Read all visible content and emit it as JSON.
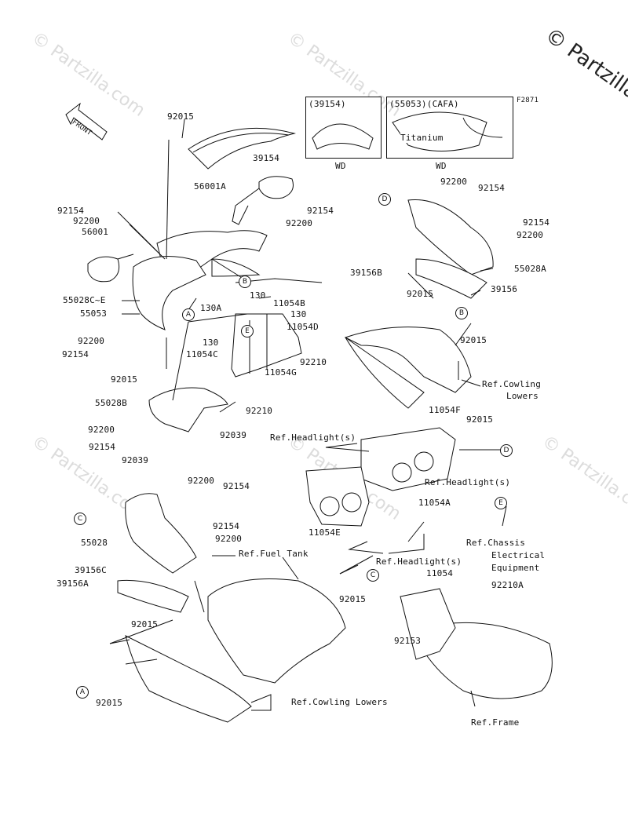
{
  "watermark": {
    "text": "© Partzilla.com",
    "brand": "© Partzilla"
  },
  "figure_code": "F2871",
  "front_arrow": "FRONT",
  "inset_boxes": [
    {
      "part": "(39154)",
      "footer": "WD"
    },
    {
      "part": "(55053)(CAFA)",
      "note": "Titanium",
      "footer": "WD"
    }
  ],
  "callouts": {
    "A": "A",
    "B": "B",
    "C": "C",
    "D": "D",
    "E": "E"
  },
  "labels": {
    "p92015_top": "92015",
    "p39154": "39154",
    "p56001A": "56001A",
    "p92154_l1": "92154",
    "p92200_l1": "92200",
    "p56001": "56001",
    "p92154_c1": "92154",
    "p92200_c1": "92200",
    "p55028CE": "55028C~E",
    "p55053": "55053",
    "p130": "130",
    "p11054B": "11054B",
    "p130A": "130A",
    "p130b": "130",
    "p11054D": "11054D",
    "p92200_l2": "92200",
    "p92154_l2": "92154",
    "p130c": "130",
    "p11054C": "11054C",
    "p92210": "92210",
    "p92015_l2": "92015",
    "p11054G": "11054G",
    "p92210b": "92210",
    "p55028B": "55028B",
    "p92200_l3": "92200",
    "p92039": "92039",
    "p92154_l3": "92154",
    "p92039b": "92039",
    "p92200_r1": "92200",
    "p92154_r1": "92154",
    "p92154_r2": "92154",
    "p92200_r2": "92200",
    "p55028A": "55028A",
    "p39156B": "39156B",
    "p92015_r1": "92015",
    "p39156": "39156",
    "p92015_r2": "92015",
    "ref_cowling_lowers_1": "Ref.Cowling",
    "ref_cowling_lowers_1b": "Lowers",
    "p11054F": "11054F",
    "p92015_r3": "92015",
    "ref_headlight_1": "Ref.Headlight(s)",
    "ref_headlight_2": "Ref.Headlight(s)",
    "p92200_m1": "92200",
    "p92154_m1": "92154",
    "p11054A": "11054A",
    "p92154_m2": "92154",
    "p92200_m2": "92200",
    "p55028": "55028",
    "p11054E": "11054E",
    "ref_headlight_3": "Ref.Headlight(s)",
    "ref_fuel_tank": "Ref.Fuel Tank",
    "ref_chassis_1": "Ref.Chassis",
    "ref_chassis_2": "Electrical",
    "ref_chassis_3": "Equipment",
    "p39156C": "39156C",
    "p39156A": "39156A",
    "p11054": "11054",
    "p92015_m3": "92015",
    "p92210A": "92210A",
    "p92015_b1": "92015",
    "p92153": "92153",
    "p92015_b2": "92015",
    "ref_cowling_lowers_2": "Ref.Cowling Lowers",
    "ref_frame": "Ref.Frame"
  }
}
